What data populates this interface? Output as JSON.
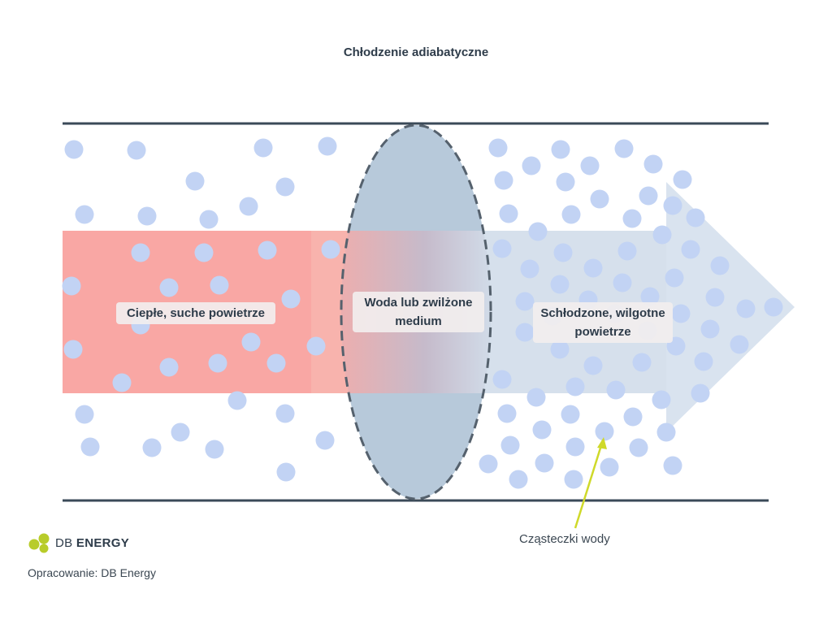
{
  "title": "Chłodzenie adiabatyczne",
  "labels": {
    "warm_air": "Ciepłe, suche powietrze",
    "medium": "Woda lub zwilżone medium",
    "cool_air": "Schłodzone, wilgotne powietrze"
  },
  "callout": "Cząsteczki wody",
  "logo": {
    "text_db": "DB",
    "text_energy": "ENERGY"
  },
  "source": "Opracowanie: DB Energy",
  "colors": {
    "duct_line": "#3b4a58",
    "warm": "#f9a7a4",
    "cool": "#d6e0ec",
    "medium_fill": "#a9bfd4",
    "particle": "#c2d3f4",
    "callout_line": "#cfd92a",
    "logo_green": "#b8cc2a"
  },
  "icons": [
    "logo-mark-icon",
    "arrow-icon"
  ]
}
